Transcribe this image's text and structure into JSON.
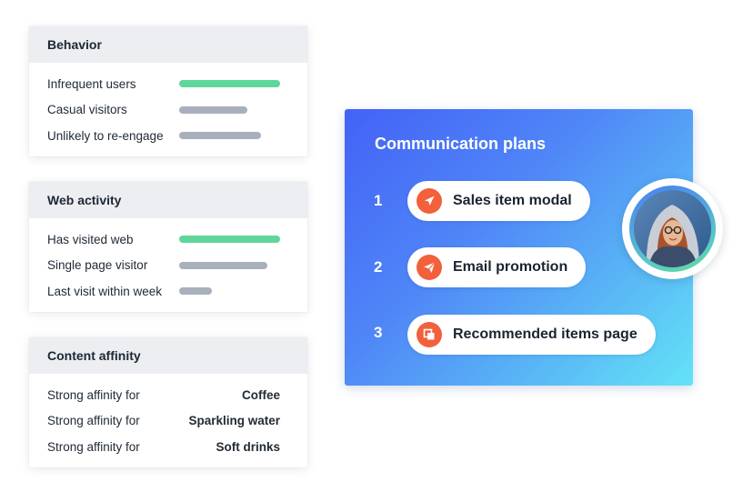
{
  "behavior": {
    "title": "Behavior",
    "rows": [
      {
        "label": "Infrequent users",
        "level": 1.0,
        "color": "#5fd69a"
      },
      {
        "label": "Casual visitors",
        "level": 0.68,
        "color": "#a8b0bc"
      },
      {
        "label": "Unlikely to re-engage",
        "level": 0.81,
        "color": "#a8b0bc"
      }
    ]
  },
  "web_activity": {
    "title": "Web activity",
    "rows": [
      {
        "label": "Has visited web",
        "level": 1.0,
        "color": "#5fd69a"
      },
      {
        "label": "Single page visitor",
        "level": 0.87,
        "color": "#a8b0bc"
      },
      {
        "label": "Last visit within week",
        "level": 0.32,
        "color": "#a8b0bc"
      }
    ]
  },
  "content_affinity": {
    "title": "Content affinity",
    "rows": [
      {
        "label": "Strong affinity for",
        "value": "Coffee"
      },
      {
        "label": "Strong affinity for",
        "value": "Sparkling water"
      },
      {
        "label": "Strong affinity for",
        "value": "Soft drinks"
      }
    ]
  },
  "communication_plans": {
    "title": "Communication plans",
    "accent": "#f2603c",
    "steps": [
      {
        "number": "1",
        "label": "Sales item modal",
        "icon": "rocket-icon"
      },
      {
        "number": "2",
        "label": "Email promotion",
        "icon": "paper-plane-icon"
      },
      {
        "number": "3",
        "label": "Recommended items page",
        "icon": "pages-icon"
      }
    ]
  }
}
